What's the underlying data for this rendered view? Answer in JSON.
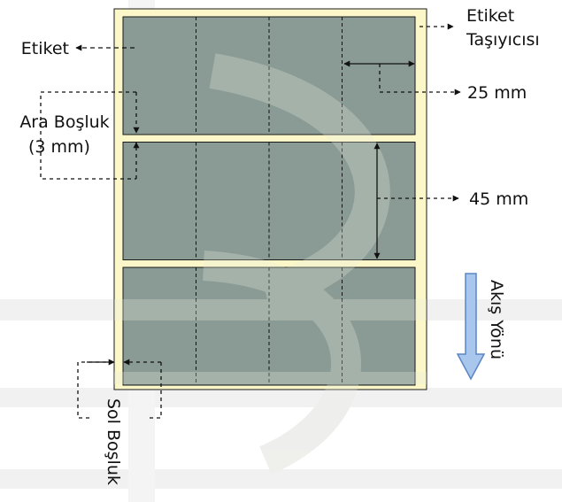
{
  "diagram": {
    "labels": {
      "label": "Etiket",
      "carrier_line1": "Etiket",
      "carrier_line2": "Taşıyıcısı",
      "gap_line1": "Ara Boşluk",
      "gap_line2": "(3 mm)",
      "width_value": "25 mm",
      "height_value": "45 mm",
      "flow_direction": "Akış Yönü",
      "left_margin": "Sol Boşluk"
    },
    "label_grid": {
      "rows": 3,
      "columns": 4
    },
    "colors": {
      "carrier": "#fbf7c8",
      "label": "#8a9b96",
      "outline": "#1a1a1a",
      "flow_arrow_fill": "#a9c6ec",
      "flow_arrow_stroke": "#5b86c4",
      "watermark": "#f0f0f0"
    }
  }
}
